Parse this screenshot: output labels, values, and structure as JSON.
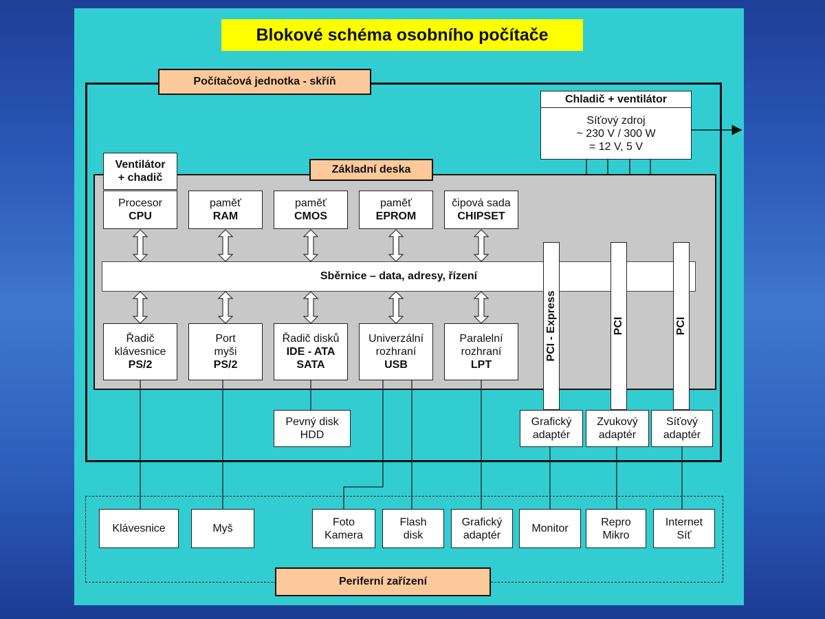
{
  "title": "Blokové schéma osobního počítače",
  "labels": {
    "unit": "Počítačová jednotka - skříň",
    "board": "Základní deska",
    "bus": "Sběrnice – data, adresy, řízení",
    "peripherals": "Periferní zařízení"
  },
  "psu": {
    "head": "Chladič + ventilátor",
    "lines": [
      "Síťový zdroj",
      "~ 230 V / 300 W",
      "= 12 V, 5 V"
    ]
  },
  "cpu_fan": [
    "Ventilátor",
    "+ chadič"
  ],
  "top_components": [
    {
      "line1": "Procesor",
      "line2": "CPU"
    },
    {
      "line1": "paměť",
      "line2": "RAM"
    },
    {
      "line1": "paměť",
      "line2": "CMOS"
    },
    {
      "line1": "paměť",
      "line2": "EPROM"
    },
    {
      "line1": "čipová sada",
      "line2": "CHIPSET"
    }
  ],
  "bottom_components": [
    {
      "line1": "Řadič",
      "line2": "klávesnice",
      "line3": "PS/2"
    },
    {
      "line1": "Port",
      "line2": "myši",
      "line3": "PS/2"
    },
    {
      "line1": "Řadič disků",
      "line2": "IDE - ATA",
      "line3": "SATA"
    },
    {
      "line1": "Univerzální",
      "line2": "rozhraní",
      "line3": "USB"
    },
    {
      "line1": "Paralelní",
      "line2": "rozhraní",
      "line3": "LPT"
    }
  ],
  "slots": [
    "PCI - Express",
    "PCI",
    "PCI"
  ],
  "adapters": [
    {
      "line1": "Grafický",
      "line2": "adaptér"
    },
    {
      "line1": "Zvukový",
      "line2": "adaptér"
    },
    {
      "line1": "Síťový",
      "line2": "adaptér"
    }
  ],
  "hdd": {
    "line1": "Pevný disk",
    "line2": "HDD"
  },
  "peripheral_devices": [
    {
      "line1": "Klávesnice",
      "line2": ""
    },
    {
      "line1": "Myš",
      "line2": ""
    },
    {
      "line1": "Foto",
      "line2": "Kamera"
    },
    {
      "line1": "Flash",
      "line2": "disk"
    },
    {
      "line1": "Grafický",
      "line2": "adaptér"
    },
    {
      "line1": "Monitor",
      "line2": ""
    },
    {
      "line1": "Repro",
      "line2": "Mikro"
    },
    {
      "line1": "Internet",
      "line2": "Síť"
    }
  ]
}
